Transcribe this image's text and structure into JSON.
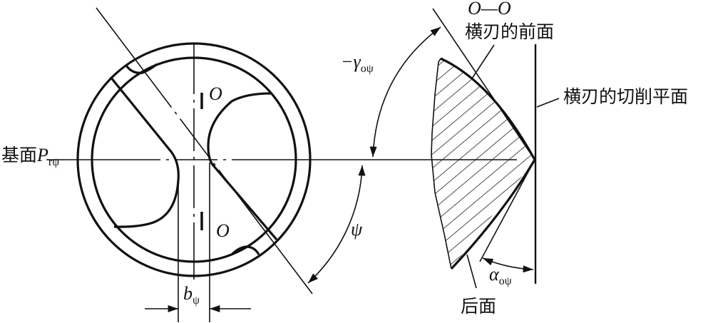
{
  "labels": {
    "base_plane": {
      "cjk": "基面",
      "symbol": "P",
      "subscript": "rψ"
    },
    "section_mark_top": "O",
    "section_mark_bottom": "O",
    "chisel_width": {
      "symbol": "b",
      "subscript": "ψ"
    },
    "rake_angle": {
      "symbol": "−γ",
      "subscript": "oψ"
    },
    "chisel_angle": "ψ",
    "section_title": "O—O",
    "rake_face": "横刃的前面",
    "cutting_plane": "横刃的切削平面",
    "clearance_angle": {
      "symbol": "α",
      "subscript": "oψ"
    },
    "flank_face": "后面"
  },
  "colors": {
    "ink": "#111111",
    "background": "#ffffff"
  }
}
